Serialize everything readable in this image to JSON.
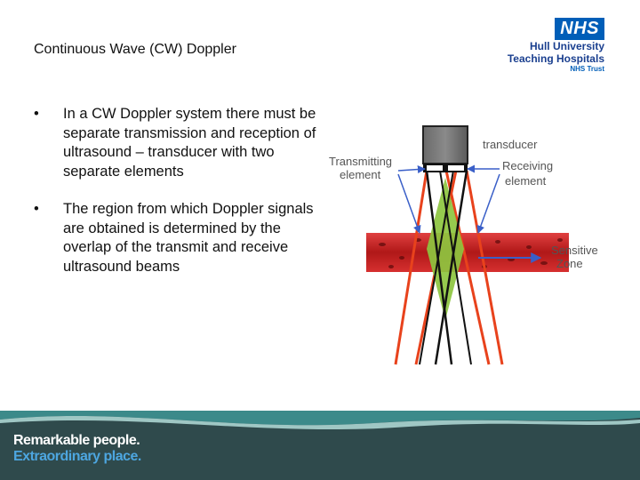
{
  "slide": {
    "title": "Continuous Wave (CW) Doppler",
    "bullets": [
      "In a CW Doppler system there must be separate transmission and reception of ultrasound – transducer with two separate elements",
      "The region from which Doppler signals are obtained is determined by the overlap of the transmit and receive ultrasound beams"
    ],
    "bullet_marker": "•"
  },
  "logo": {
    "badge": "NHS",
    "line1": "Hull University",
    "line2": "Teaching Hospitals",
    "line3": "NHS Trust"
  },
  "diagram": {
    "transducer_label": "transducer",
    "transmitting_line1": "Transmitting",
    "transmitting_line2": "element",
    "receiving_line1": "Receiving",
    "receiving_line2": "element",
    "sensitive_line1": "Sensitive",
    "sensitive_line2": "Zone"
  },
  "footer": {
    "line1": "Remarkable people.",
    "line2": "Extraordinary place."
  },
  "colors": {
    "nhs_blue": "#005eb8",
    "footer_dark": "#2f4a4c",
    "footer_teal": "#3c8a8a",
    "tagline_blue": "#4da6e0",
    "beam_orange": "#e8421c",
    "sensitive_green": "#8dc63f",
    "vessel_red": "#b01818",
    "arrow_blue": "#3a5fc8"
  }
}
